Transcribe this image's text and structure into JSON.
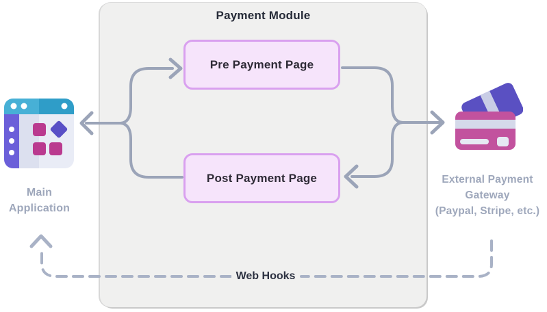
{
  "module": {
    "title": "Payment Module"
  },
  "nodes": {
    "pre_payment": {
      "label": "Pre Payment Page"
    },
    "post_payment": {
      "label": "Post Payment Page"
    },
    "main_application": {
      "lines": [
        "Main",
        "Application"
      ],
      "icon": "app-window-icon"
    },
    "external_gateway": {
      "lines": [
        "External Payment",
        "Gateway",
        "(Paypal, Stripe, etc.)"
      ],
      "icon": "credit-card-icon"
    }
  },
  "connections": {
    "webhooks_label": "Web Hooks",
    "flows": [
      "main-app <-> pre-payment-page",
      "pre-payment-page -> external-gateway",
      "external-gateway -> post-payment-page",
      "post-payment-page -> main-app",
      "external-gateway -(web hooks)-> main-app"
    ]
  },
  "colors": {
    "module_bg": "#f0f0ef",
    "node_border": "#d9a0ef",
    "node_fill": "#f6e4fb",
    "arrow": "#9ba4b8",
    "dashed": "#a9b2c6",
    "label_text": "#9ea7bb",
    "title_text": "#262b38",
    "icon_teal": "#3fa9d0",
    "icon_purple": "#6b5fd9",
    "icon_magenta": "#ba3a8f",
    "icon_indigo": "#5a50c2",
    "icon_pink": "#c2529e"
  }
}
